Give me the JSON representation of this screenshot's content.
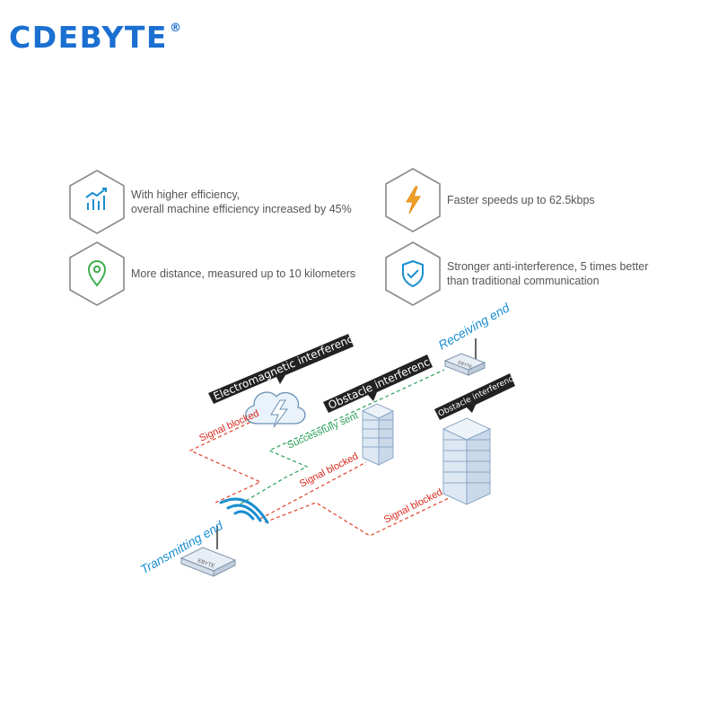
{
  "brand": {
    "name": "CDEBYTE",
    "mark": "®",
    "color": "#1a6fd1"
  },
  "features": [
    {
      "icon": "efficiency-chart-icon",
      "lines": [
        "With higher efficiency,",
        "overall machine efficiency increased by 45%"
      ]
    },
    {
      "icon": "lightning-icon",
      "lines": [
        "Faster speeds up to 62.5kbps"
      ]
    },
    {
      "icon": "location-pin-icon",
      "lines": [
        "More distance, measured up to 10 kilometers"
      ]
    },
    {
      "icon": "shield-check-icon",
      "lines": [
        "Stronger anti-interference, 5 times better",
        "than traditional communication"
      ]
    }
  ],
  "diagram": {
    "label_em": "Electromagnetic interference",
    "label_obstacle_1": "Obstacle interference",
    "label_obstacle_2": "Obstacle interference",
    "label_receiving": "Receiving end",
    "label_transmitting": "Transmitting end",
    "label_success": "Successfully sent",
    "label_blocked_1": "Signal blocked",
    "label_blocked_2": "Signal blocked",
    "label_blocked_3": "Signal blocked",
    "device_text": "EBYTE",
    "colors": {
      "blocked": "#e0442a",
      "success": "#2aa05a",
      "accent": "#1a8fd0",
      "tag": "#222222"
    }
  }
}
